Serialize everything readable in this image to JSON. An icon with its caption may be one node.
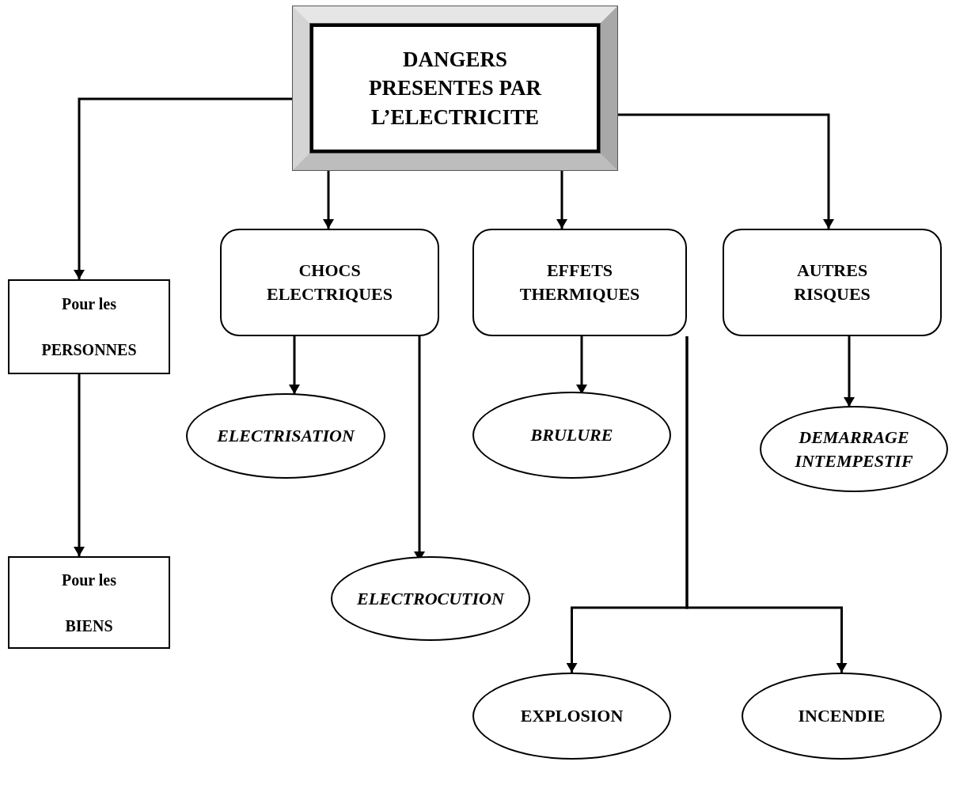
{
  "diagram": {
    "nodes": [
      {
        "text": [
          "DANGERS PRESENTES PAR L’ELECTRICITE"
        ]
      },
      {
        "text": [
          "Pour les PERSONNES"
        ]
      },
      {
        "text": [
          "CHOCS ELECTRIQUES"
        ]
      },
      {
        "text": [
          "EFFETS THERMIQUES"
        ]
      },
      {
        "text": [
          "AUTRES RISQUES"
        ]
      },
      {
        "text": [
          "Pour les BIENS"
        ]
      },
      {
        "text": [
          "ELECTRISATION"
        ]
      },
      {
        "text": [
          "BRULURE"
        ]
      },
      {
        "text": [
          "DEMARRAGE INTEMPESTIF"
        ]
      },
      {
        "text": [
          "ELECTROCUTION"
        ]
      },
      {
        "text": [
          "EXPLOSION"
        ]
      },
      {
        "text": [
          "INCENDIE"
        ]
      }
    ],
    "edges": [
      {
        "from": 0,
        "to": 1,
        "arrow": "to"
      },
      {
        "from": 0,
        "to": 2,
        "arrow": "to"
      },
      {
        "from": 0,
        "to": 3,
        "arrow": "to"
      },
      {
        "from": 0,
        "to": 4,
        "arrow": "to"
      },
      {
        "from": 1,
        "to": 5,
        "arrow": "to"
      },
      {
        "from": 2,
        "to": 6,
        "arrow": "to"
      },
      {
        "from": 2,
        "to": 9,
        "arrow": "to"
      },
      {
        "from": 3,
        "to": 7,
        "arrow": "to"
      },
      {
        "from": 4,
        "to": 8,
        "arrow": "to"
      },
      {
        "from": 3,
        "to": 10,
        "arrow": "to"
      },
      {
        "from": 3,
        "to": 11,
        "arrow": "to"
      }
    ]
  }
}
